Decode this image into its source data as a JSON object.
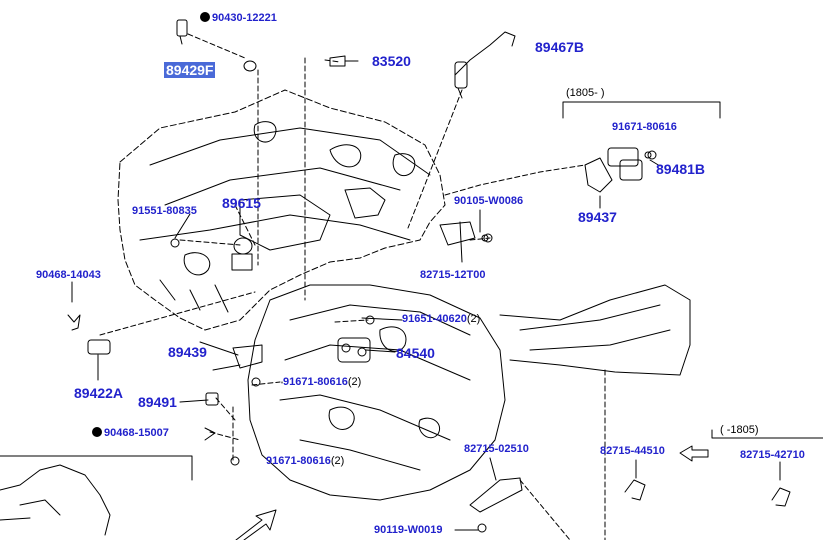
{
  "colors": {
    "label": "#2222cc",
    "highlight": "#4a6ad8",
    "line": "#000000"
  },
  "labels": {
    "p90430_12221": "90430-12221",
    "p89429F": "89429F",
    "p83520": "83520",
    "p89467B": "89467B",
    "p91671_80616_a": "91671-80616",
    "p89481B": "89481B",
    "p89437": "89437",
    "p90105_W0086": "90105-W0086",
    "p91551_80835": "91551-80835",
    "p89615": "89615",
    "p82715_12T00": "82715-12T00",
    "p90468_14043": "90468-14043",
    "p91651_40620": "91651-40620",
    "p91651_40620_qty": "(2)",
    "p84540": "84540",
    "p89439": "89439",
    "p91671_80616_b": "91671-80616",
    "p91671_80616_b_qty": "(2)",
    "p89422A": "89422A",
    "p89491": "89491",
    "p90468_15007": "90468-15007",
    "p91671_80616_c": "91671-80616",
    "p91671_80616_c_qty": "(2)",
    "p82715_02510": "82715-02510",
    "p82715_44510": "82715-44510",
    "p82715_42710": "82715-42710",
    "p90119_W0019": "90119-W0019"
  },
  "date_ranges": {
    "from_1805": "(1805-      )",
    "to_1805": "(      -1805)"
  },
  "icons": {
    "bullet": "filled-circle-icon",
    "arrow": "outline-arrow-left-icon"
  }
}
